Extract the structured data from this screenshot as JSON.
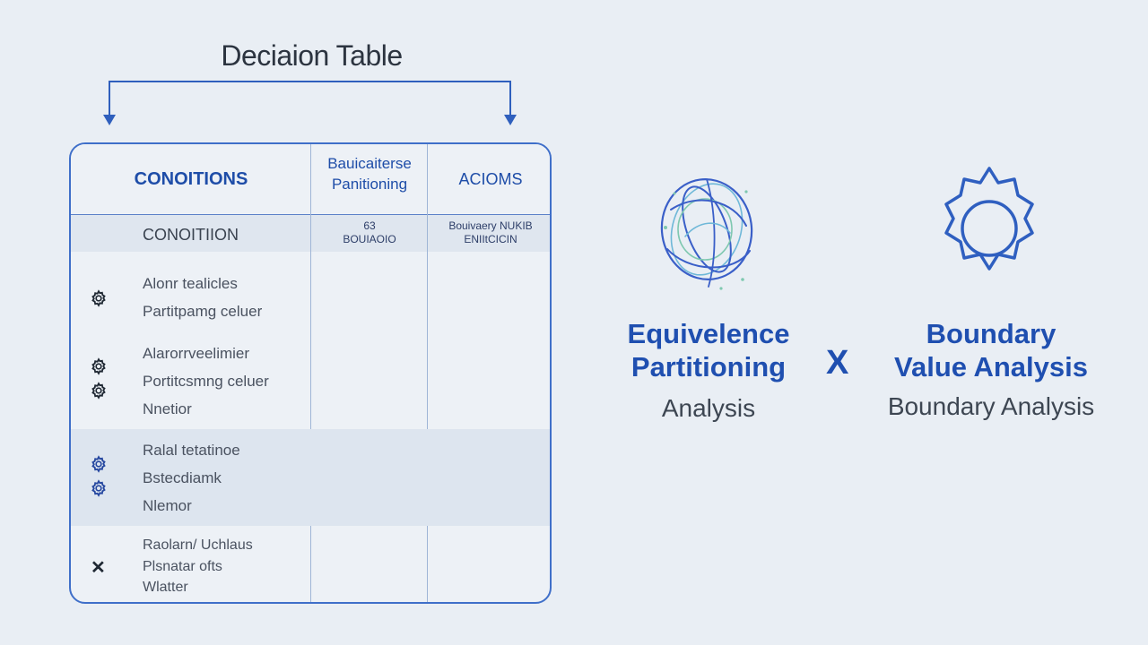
{
  "title": "Deciaion Table",
  "colors": {
    "accent": "#1f4fb0",
    "border": "#3f6fc9",
    "background": "#e9eef4"
  },
  "table": {
    "header": {
      "conditions": "CONOITIONS",
      "middle_line1": "Bauicaiterse",
      "middle_line2": "Panitioning",
      "actions": "ACIOMS"
    },
    "subheader": {
      "condition": "CONOITIION",
      "middle_line1": "63",
      "middle_line2": "BOUIAOIO",
      "right_line1": "Bouivaery NUKIB",
      "right_line2": "ENIItCICIN"
    },
    "rows": [
      {
        "icons": [
          "gear-icon"
        ],
        "lines": [
          "Alonr tealicles",
          "Partitpamg celuer"
        ]
      },
      {
        "icons": [
          "gear-icon",
          "gear-icon"
        ],
        "lines": [
          "Alarorrveelimier",
          "Portitcsmng celuer",
          "Nnetior"
        ]
      },
      {
        "icons": [
          "gear-icon",
          "gear-icon"
        ],
        "lines": [
          "Ralal tetatinoe",
          "Bstecdiamk",
          "Nlemor"
        ]
      },
      {
        "icons": [
          "close-icon"
        ],
        "lines": [
          "Raolarn/ Uchlaus",
          "Plsnatar ofts",
          "Wlatter"
        ]
      }
    ]
  },
  "right": {
    "left_concept": {
      "title_line1": "Equivelence",
      "title_line2": "Partitioning",
      "subtitle": "Analysis",
      "icon": "sphere-icon"
    },
    "operator": "X",
    "right_concept": {
      "title_line1": "Boundary",
      "title_line2": "Value Analysis",
      "subtitle": "Boundary Analysis",
      "icon": "gear-icon"
    }
  }
}
